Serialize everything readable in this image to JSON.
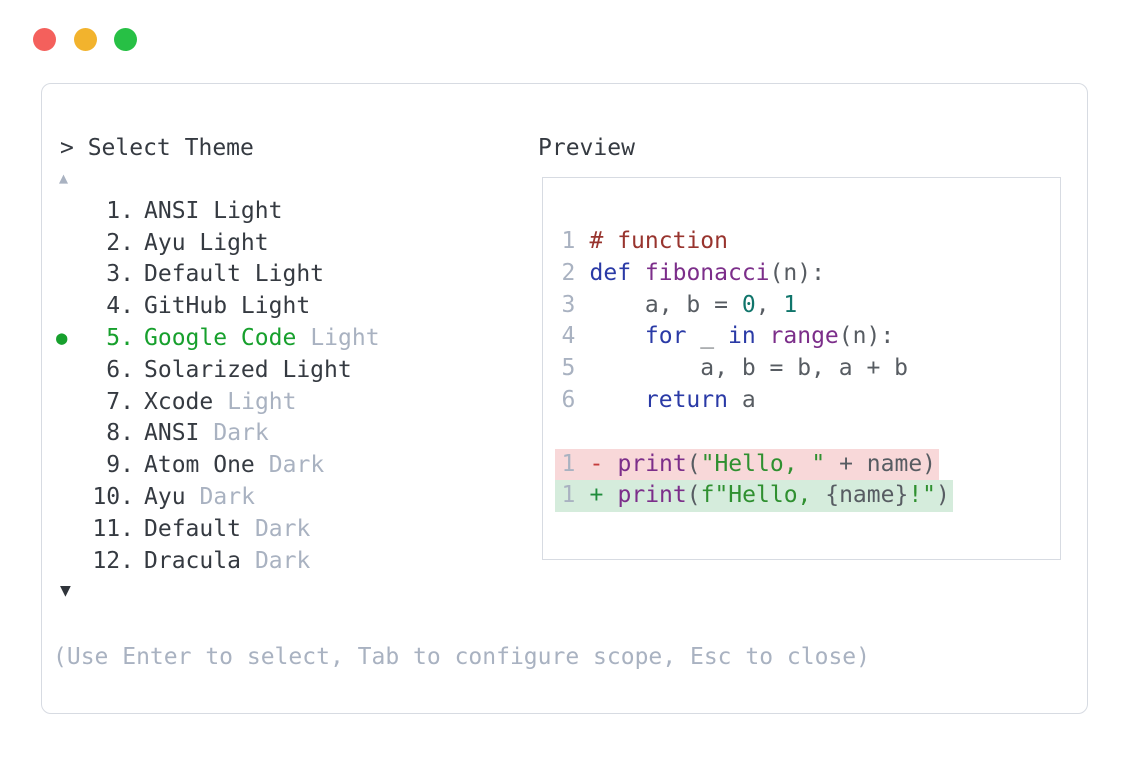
{
  "window": {
    "controls": [
      {
        "name": "close",
        "color_key": "dot_red"
      },
      {
        "name": "minimize",
        "color_key": "dot_yellow"
      },
      {
        "name": "zoom",
        "color_key": "dot_green"
      }
    ]
  },
  "picker": {
    "prompt": "> Select Theme",
    "scroll_up": "▲",
    "scroll_down": "▼",
    "selected_bullet": "●",
    "items": [
      {
        "number": "1.",
        "name": "ANSI Light",
        "suffix": "",
        "selected": false
      },
      {
        "number": "2.",
        "name": "Ayu Light",
        "suffix": "",
        "selected": false
      },
      {
        "number": "3.",
        "name": "Default Light",
        "suffix": "",
        "selected": false
      },
      {
        "number": "4.",
        "name": "GitHub Light",
        "suffix": "",
        "selected": false
      },
      {
        "number": "5.",
        "name": "Google Code",
        "suffix": "Light",
        "selected": true
      },
      {
        "number": "6.",
        "name": "Solarized Light",
        "suffix": "",
        "selected": false
      },
      {
        "number": "7.",
        "name": "Xcode",
        "suffix": "Light",
        "selected": false
      },
      {
        "number": "8.",
        "name": "ANSI",
        "suffix": "Dark",
        "selected": false
      },
      {
        "number": "9.",
        "name": "Atom One",
        "suffix": "Dark",
        "selected": false
      },
      {
        "number": "10.",
        "name": "Ayu",
        "suffix": "Dark",
        "selected": false
      },
      {
        "number": "11.",
        "name": "Default",
        "suffix": "Dark",
        "selected": false
      },
      {
        "number": "12.",
        "name": "Dracula",
        "suffix": "Dark",
        "selected": false
      }
    ],
    "hint": "(Use Enter to select, Tab to configure scope, Esc to close)"
  },
  "preview": {
    "label": "Preview",
    "code_lines": [
      {
        "num": "1",
        "tokens": [
          {
            "text": "# function",
            "type": "comment"
          }
        ]
      },
      {
        "num": "2",
        "tokens": [
          {
            "text": "def",
            "type": "keyword"
          },
          {
            "text": " ",
            "type": "plain"
          },
          {
            "text": "fibonacci",
            "type": "function"
          },
          {
            "text": "(n):",
            "type": "plain"
          }
        ]
      },
      {
        "num": "3",
        "tokens": [
          {
            "text": "    a, b = ",
            "type": "plain"
          },
          {
            "text": "0",
            "type": "number"
          },
          {
            "text": ", ",
            "type": "plain"
          },
          {
            "text": "1",
            "type": "number"
          }
        ]
      },
      {
        "num": "4",
        "tokens": [
          {
            "text": "    ",
            "type": "plain"
          },
          {
            "text": "for",
            "type": "keyword"
          },
          {
            "text": " _ ",
            "type": "plain"
          },
          {
            "text": "in",
            "type": "keyword"
          },
          {
            "text": " ",
            "type": "plain"
          },
          {
            "text": "range",
            "type": "function"
          },
          {
            "text": "(n):",
            "type": "plain"
          }
        ]
      },
      {
        "num": "5",
        "tokens": [
          {
            "text": "        a, b = b, a + b",
            "type": "plain"
          }
        ]
      },
      {
        "num": "6",
        "tokens": [
          {
            "text": "    ",
            "type": "plain"
          },
          {
            "text": "return",
            "type": "keyword"
          },
          {
            "text": " a",
            "type": "plain"
          }
        ]
      }
    ],
    "diff_lines": [
      {
        "num": "1",
        "kind": "removed",
        "sign": "-",
        "tokens": [
          {
            "text": "print",
            "type": "function"
          },
          {
            "text": "(",
            "type": "plain"
          },
          {
            "text": "\"Hello, \"",
            "type": "string"
          },
          {
            "text": " + name",
            "type": "plain"
          },
          {
            "text": ")",
            "type": "plain"
          }
        ]
      },
      {
        "num": "1",
        "kind": "added",
        "sign": "+",
        "tokens": [
          {
            "text": "print",
            "type": "function"
          },
          {
            "text": "(",
            "type": "plain"
          },
          {
            "text": "f\"Hello, ",
            "type": "string"
          },
          {
            "text": "{name}",
            "type": "plain"
          },
          {
            "text": "!\"",
            "type": "string"
          },
          {
            "text": ")",
            "type": "plain"
          }
        ]
      }
    ]
  },
  "colors": {
    "text": "#353a41",
    "code_text": "#575c62",
    "muted": "#a9b2c1",
    "selected_green": "#17a02d",
    "border": "#d7dbe2",
    "arrow_down": "#2f343a",
    "comment": "#98342e",
    "keyword": "#2a3aa6",
    "function_name": "#7c2e8a",
    "number_literal": "#10756b",
    "string": "#2f9030",
    "diff_minus": "#c43c3c",
    "diff_plus": "#1f8c3b",
    "removed_bg": "#f8d8d9",
    "added_bg": "#d5ecdc",
    "dot_red": "#f4605c",
    "dot_yellow": "#f2b32d",
    "dot_green": "#27c045"
  }
}
